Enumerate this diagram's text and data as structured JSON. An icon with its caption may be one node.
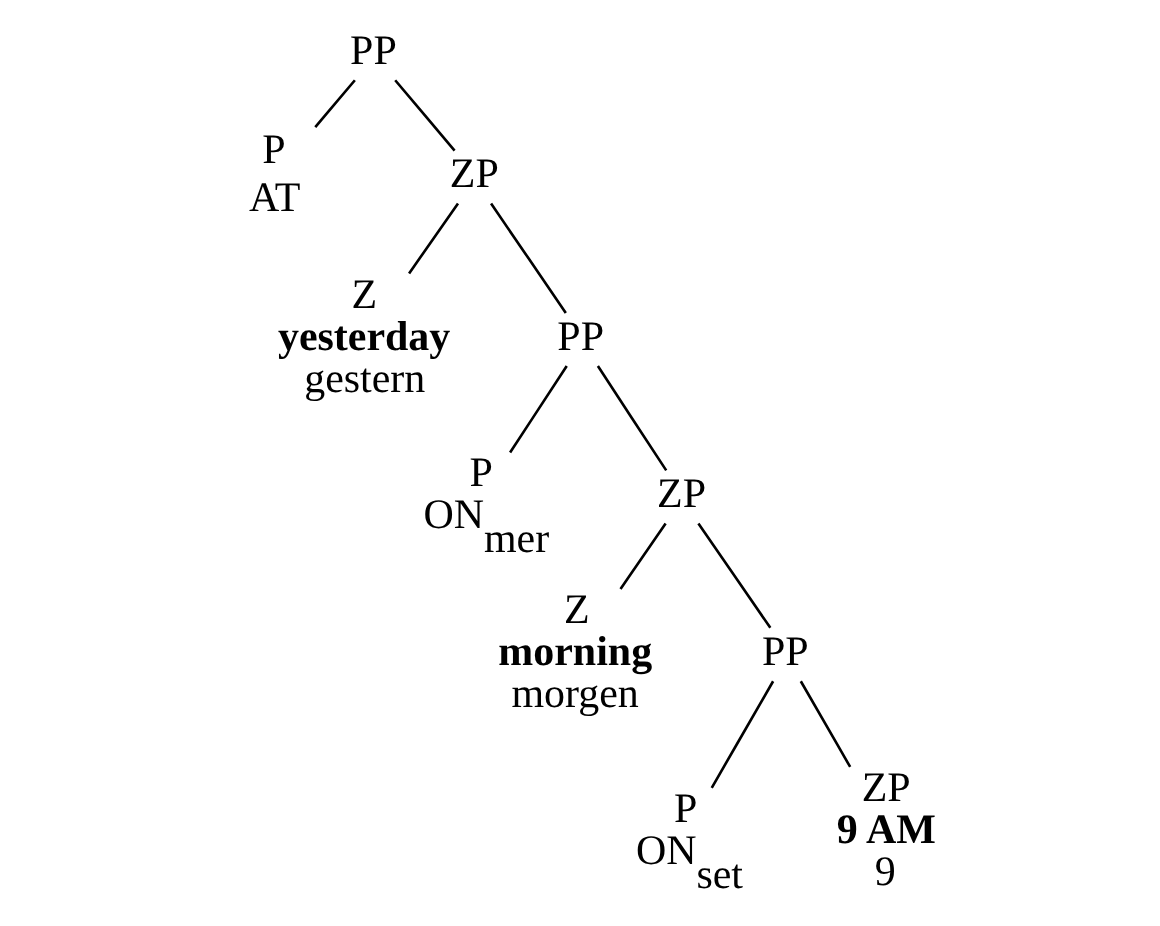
{
  "diagram": {
    "nodes": [
      {
        "text": [
          "PP"
        ]
      },
      {
        "text": [
          "P",
          "AT"
        ]
      },
      {
        "text": [
          "ZP"
        ]
      },
      {
        "text": [
          "Z",
          "yesterday",
          "gestern"
        ]
      },
      {
        "text": [
          "PP"
        ]
      },
      {
        "text": [
          "P",
          "ON$_{mer}$"
        ]
      },
      {
        "text": [
          "ZP"
        ]
      },
      {
        "text": [
          "Z",
          "morning",
          "morgen"
        ]
      },
      {
        "text": [
          "PP"
        ]
      },
      {
        "text": [
          "P",
          "ON$_{set}$"
        ]
      },
      {
        "text": [
          "ZP",
          "9 AM",
          "9"
        ]
      }
    ],
    "edges": [
      {
        "from": 0,
        "to": 1,
        "arrow": "none"
      },
      {
        "from": 0,
        "to": 2,
        "arrow": "none"
      },
      {
        "from": 2,
        "to": 3,
        "arrow": "none"
      },
      {
        "from": 2,
        "to": 4,
        "arrow": "none"
      },
      {
        "from": 4,
        "to": 5,
        "arrow": "none"
      },
      {
        "from": 4,
        "to": 6,
        "arrow": "none"
      },
      {
        "from": 6,
        "to": 7,
        "arrow": "none"
      },
      {
        "from": 6,
        "to": 8,
        "arrow": "none"
      },
      {
        "from": 8,
        "to": 9,
        "arrow": "none"
      },
      {
        "from": 8,
        "to": 10,
        "arrow": "none"
      }
    ]
  }
}
